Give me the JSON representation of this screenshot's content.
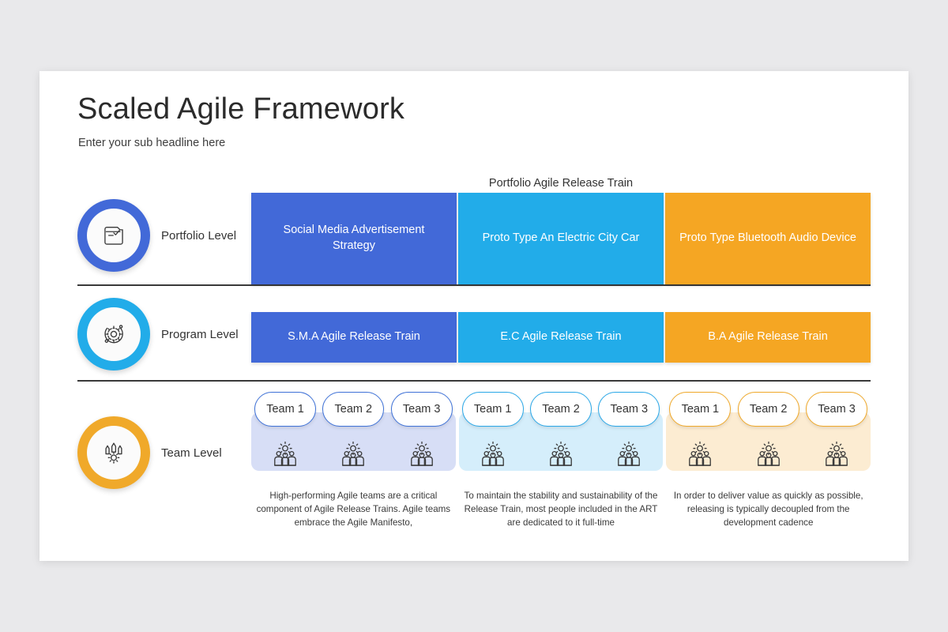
{
  "slide": {
    "title": "Scaled Agile Framework",
    "subtitle": "Enter your sub headline here",
    "column_header": "Portfolio Agile Release Train"
  },
  "colors": {
    "blue": "#4269d8",
    "cyan": "#22ace9",
    "orange": "#f5a623",
    "band_blue": "#d7def6",
    "band_cyan": "#d5eefb",
    "band_orange": "#fcecd2",
    "background": "#e9e9eb",
    "card": "#ffffff",
    "divider": "#3a3a3a"
  },
  "levels": [
    {
      "label": "Portfolio Level",
      "icon": "portfolio-folder-icon",
      "ring_color": "#4269d8"
    },
    {
      "label": "Program Level",
      "icon": "gear-orbit-icon",
      "ring_color": "#22ace9"
    },
    {
      "label": "Team Level",
      "icon": "team-gear-people-icon",
      "ring_color": "#f0a92a"
    }
  ],
  "portfolio_row": [
    {
      "text": "Social Media Advertisement Strategy",
      "color": "#4269d8"
    },
    {
      "text": "Proto Type An Electric City Car",
      "color": "#22ace9"
    },
    {
      "text": "Proto Type Bluetooth Audio Device",
      "color": "#f5a623"
    }
  ],
  "program_row": [
    {
      "text": "S.M.A Agile Release Train",
      "color": "#4269d8"
    },
    {
      "text": "E.C Agile Release Train",
      "color": "#22ace9"
    },
    {
      "text": "B.A Agile Release Train",
      "color": "#f5a623"
    }
  ],
  "team_row": [
    {
      "teams": [
        "Team 1",
        "Team 2",
        "Team 3"
      ],
      "border_color": "#3f72d8",
      "band_color": "#d7def6",
      "description": "High-performing Agile teams are a critical component of Agile Release Trains. Agile teams embrace the Agile Manifesto,"
    },
    {
      "teams": [
        "Team 1",
        "Team 2",
        "Team 3"
      ],
      "border_color": "#2aa8e8",
      "band_color": "#d5eefb",
      "description": "To maintain the stability and sustainability of the Release Train, most people included in the ART are dedicated to it full-time"
    },
    {
      "teams": [
        "Team 1",
        "Team 2",
        "Team 3"
      ],
      "border_color": "#f0a92a",
      "band_color": "#fcecd2",
      "description": "In order to deliver value as quickly as possible, releasing is typically decoupled from the development cadence"
    }
  ]
}
